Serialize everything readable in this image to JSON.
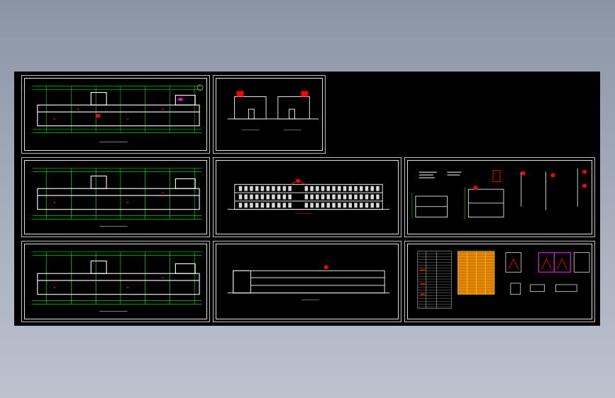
{
  "viewer": {
    "background_top": "#8b95a5",
    "background_bottom": "#bcc2ce",
    "canvas_color": "#000000"
  },
  "sheets": [
    {
      "id": "first-floor-plan",
      "kind": "floor-plan",
      "title": ""
    },
    {
      "id": "side-elevations",
      "kind": "elevation",
      "title": ""
    },
    {
      "id": "second-floor-plan",
      "kind": "floor-plan",
      "title": ""
    },
    {
      "id": "front-elevation",
      "kind": "elevation",
      "title": ""
    },
    {
      "id": "section-details",
      "kind": "details",
      "title": ""
    },
    {
      "id": "third-floor-plan",
      "kind": "floor-plan",
      "title": ""
    },
    {
      "id": "rear-elevation",
      "kind": "elevation",
      "title": ""
    },
    {
      "id": "schedules-and-door-details",
      "kind": "schedule",
      "title": ""
    }
  ],
  "colors": {
    "grid": "#00ff00",
    "wall": "#ffffff",
    "accent": "#ff0000",
    "highlight": "#ff00ff",
    "table": "#ffff00",
    "dim": "#00ffff"
  }
}
